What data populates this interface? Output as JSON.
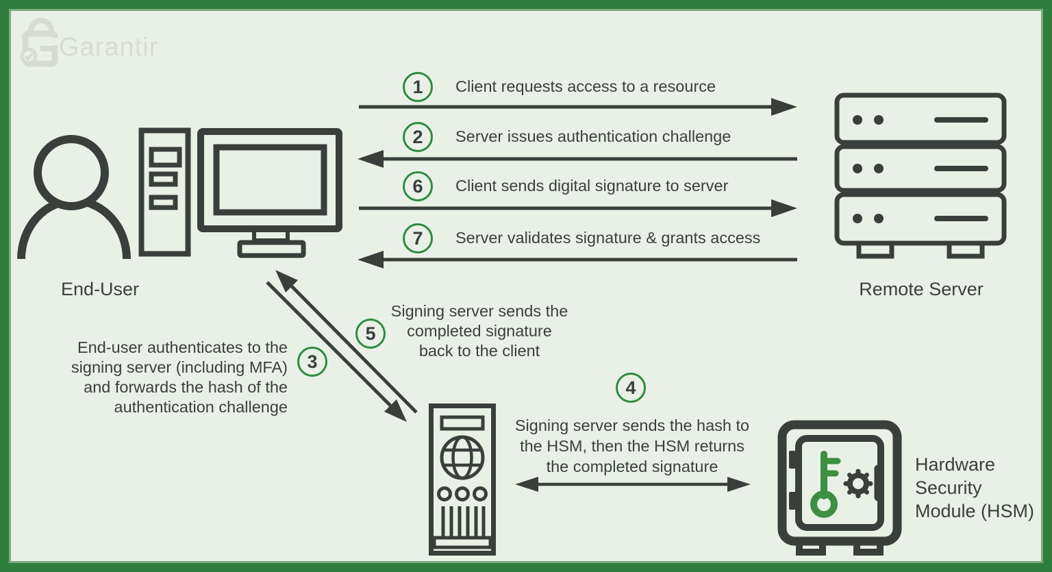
{
  "colors": {
    "background": "#e9f1e7",
    "frame": "#2f7d3e",
    "frame_inner_line": "#7cab7e",
    "ink": "#3a3f3b",
    "accent_green": "#2e8b3e",
    "key_green": "#3d8f41",
    "logo_gray": "#d8dbd5"
  },
  "logo": {
    "brand": "Garantir"
  },
  "actors": {
    "end_user": {
      "label": "End-User"
    },
    "remote_server": {
      "label": "Remote Server"
    },
    "hsm": {
      "label_lines": [
        "Hardware",
        "Security",
        "Module (HSM)"
      ]
    }
  },
  "steps": {
    "s1": {
      "num": "1",
      "text": "Client requests access to a resource",
      "direction": "right"
    },
    "s2": {
      "num": "2",
      "text": "Server issues authentication challenge",
      "direction": "left"
    },
    "s6": {
      "num": "6",
      "text": "Client sends digital signature to server",
      "direction": "right"
    },
    "s7": {
      "num": "7",
      "text": "Server validates signature & grants access",
      "direction": "left"
    },
    "s3": {
      "num": "3",
      "direction": "down-right",
      "lines": [
        "End-user authenticates to the",
        "signing server (including MFA)",
        "and forwards the hash of the",
        "authentication challenge"
      ]
    },
    "s5": {
      "num": "5",
      "direction": "up-left",
      "lines": [
        "Signing server sends the",
        "completed signature",
        "back to the client"
      ]
    },
    "s4": {
      "num": "4",
      "direction": "both",
      "lines": [
        "Signing server sends the hash to",
        "the HSM, then the HSM returns",
        "the completed signature"
      ]
    }
  }
}
